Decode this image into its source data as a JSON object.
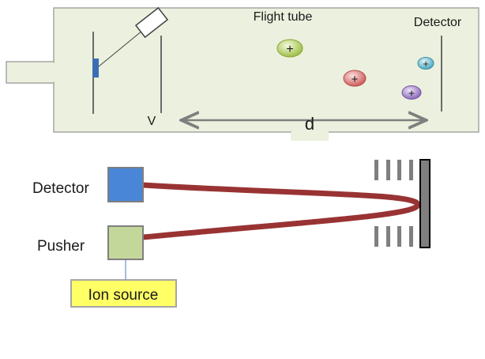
{
  "top_diagram": {
    "flight_tube_label": "Flight tube",
    "detector_label": "Detector",
    "voltage_label": "V",
    "distance_label": "d",
    "ion_symbol": "+",
    "ions": [
      {
        "name": "ion-green",
        "color": "#b8d468"
      },
      {
        "name": "ion-red",
        "color": "#e07a7a"
      },
      {
        "name": "ion-cyan",
        "color": "#6fc3d6"
      },
      {
        "name": "ion-purple",
        "color": "#a98ad0"
      }
    ],
    "tube_fill": "#ebf1de",
    "tube_border": "#a6a6a6"
  },
  "bottom_diagram": {
    "detector_label": "Detector",
    "pusher_label": "Pusher",
    "ion_source_label": "Ion source",
    "detector_color": "#4a86d8",
    "pusher_color": "#c4d79b",
    "ion_source_color": "#ffff66",
    "ion_path_color": "#993333",
    "reflectron_color": "#7f7f7f"
  }
}
